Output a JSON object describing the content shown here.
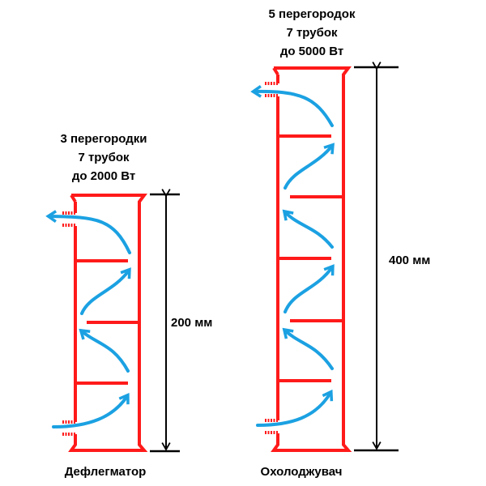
{
  "left_column": {
    "spec_lines": [
      "3 перегородки",
      "7 трубок",
      "до 2000 Вт"
    ],
    "height_label": "200 мм",
    "name": "Дефлегматор",
    "baffle_count": 3
  },
  "right_column": {
    "spec_lines": [
      "5 перегородок",
      "7 трубок",
      "до 5000 Вт"
    ],
    "height_label": "400 мм",
    "name": "Охолоджувач",
    "baffle_count": 5
  },
  "colors": {
    "column": "#ff1a1a",
    "flow": "#1ba1e2",
    "dimension": "#000000"
  }
}
